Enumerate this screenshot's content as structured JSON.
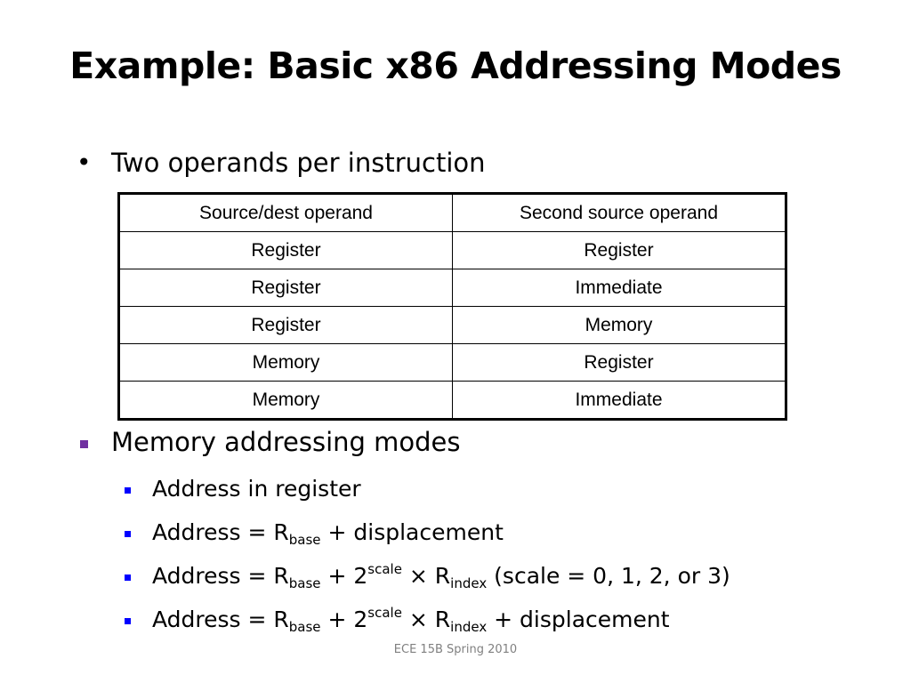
{
  "slide": {
    "title": "Example: Basic x86 Addressing Modes",
    "footer": "ECE 15B Spring 2010"
  },
  "bullets": {
    "operands": {
      "marker": "•",
      "text": "Two operands per instruction"
    },
    "memory_modes": {
      "text": "Memory addressing modes",
      "marker_color": "#7030A0",
      "sub_marker_color": "#0000FF",
      "items": [
        {
          "t1": "Address in register"
        },
        {
          "t1": "Address = R",
          "sub1": "base",
          "t2": " + displacement"
        },
        {
          "t1": "Address = R",
          "sub1": "base",
          "t2": " + 2",
          "sup1": "scale",
          "t3": " × R",
          "sub2": "index",
          "t4": " (scale = 0, 1, 2, or 3)"
        },
        {
          "t1": "Address =  R",
          "sub1": "base",
          "t2": " + 2",
          "sup1": "scale",
          "t3": " × R",
          "sub2": "index",
          "t4": " + displacement"
        }
      ]
    }
  },
  "table": {
    "headers": [
      "Source/dest operand",
      "Second source operand"
    ],
    "rows": [
      [
        "Register",
        "Register"
      ],
      [
        "Register",
        "Immediate"
      ],
      [
        "Register",
        "Memory"
      ],
      [
        "Memory",
        "Register"
      ],
      [
        "Memory",
        "Immediate"
      ]
    ]
  }
}
